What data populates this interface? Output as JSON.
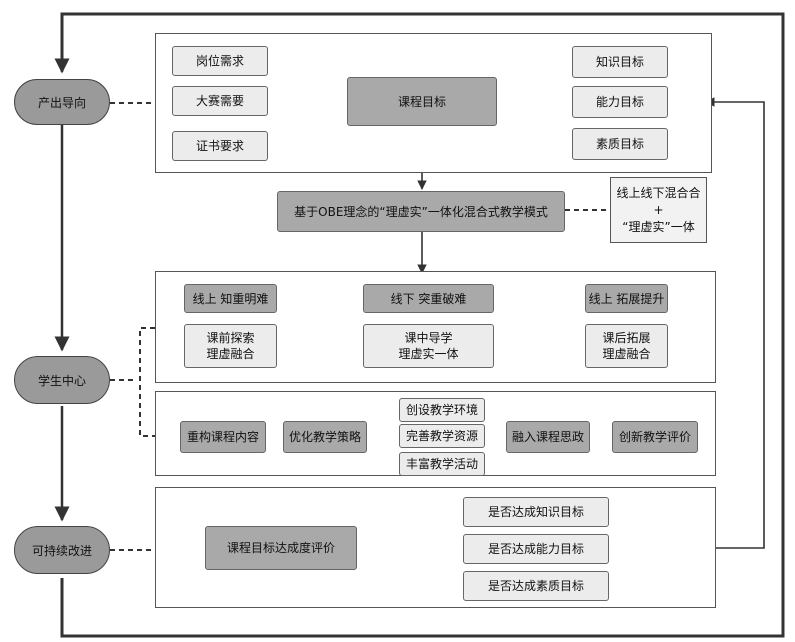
{
  "left": {
    "output_oriented": "产出导向",
    "student_centered": "学生中心",
    "continuous_improvement": "可持续改进"
  },
  "top": {
    "inputs": [
      "岗位需求",
      "大赛需要",
      "证书要求"
    ],
    "course_goal": "课程目标",
    "outputs": [
      "知识目标",
      "能力目标",
      "素质目标"
    ]
  },
  "mode": {
    "label": "基于OBE理念的“理虚实”一体化混合式教学模式",
    "note_line1": "线上线下混合合",
    "note_line2": "+",
    "note_line3": "“理虚实”一体"
  },
  "phases": {
    "top": [
      "线上 知重明难",
      "线下 突重破难",
      "线上 拓展提升"
    ],
    "bottom": [
      {
        "line1": "课前探索",
        "line2": "理虚融合"
      },
      {
        "line1": "课中导学",
        "line2": "理虚实一体"
      },
      {
        "line1": "课后拓展",
        "line2": "理虚融合"
      }
    ]
  },
  "reform": {
    "rebuild": "重构课程内容",
    "optimize": "优化教学策略",
    "strategies": [
      "创设教学环境",
      "完善教学资源",
      "丰富教学活动"
    ],
    "ideology": "融入课程思政",
    "evaluation": "创新教学评价"
  },
  "assessment": {
    "evaluation": "课程目标达成度评价",
    "checks": [
      "是否达成知识目标",
      "是否达成能力目标",
      "是否达成素质目标"
    ]
  }
}
